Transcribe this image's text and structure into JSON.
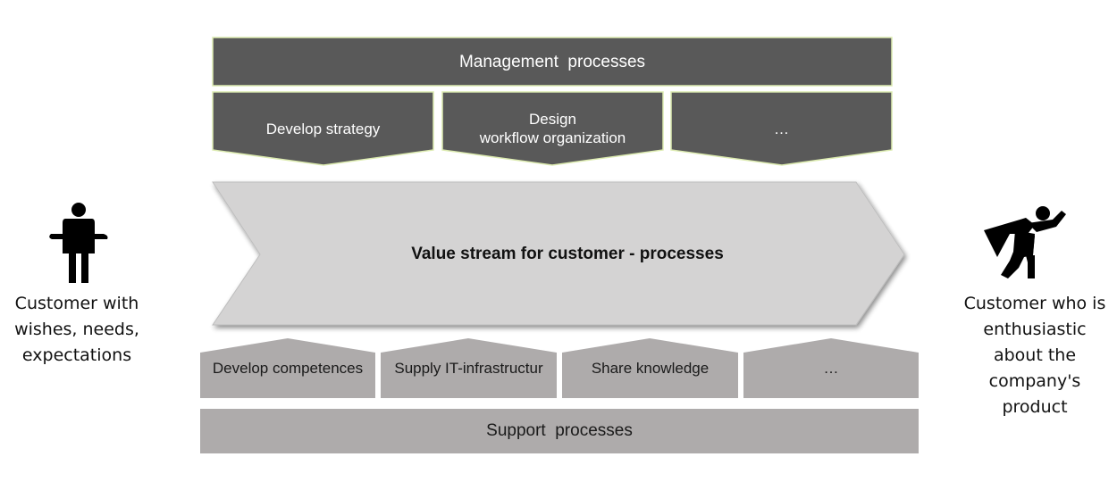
{
  "management": {
    "header": "Management  processes",
    "items": [
      {
        "lines": [
          "Develop strategy"
        ]
      },
      {
        "lines": [
          "Design",
          "workflow organization"
        ]
      },
      {
        "lines": [
          "…"
        ]
      }
    ]
  },
  "value_stream": {
    "label": "Value stream for customer - processes"
  },
  "support": {
    "footer": "Support  processes",
    "items": [
      {
        "label": "Develop competences"
      },
      {
        "label": "Supply IT-infrastructur"
      },
      {
        "label": "Share knowledge"
      },
      {
        "label": "…"
      }
    ]
  },
  "customer_left": {
    "lines": [
      "Customer with",
      "wishes, needs,",
      "expectations"
    ],
    "icon": "standing-person-icon"
  },
  "customer_right": {
    "lines": [
      "Customer who is",
      "enthusiastic",
      "about the",
      "company's",
      "product"
    ],
    "icon": "superhero-icon"
  },
  "colors": {
    "management_fill": "#595959",
    "management_border": "#dcebb0",
    "value_stream_fill": "#d4d3d3",
    "support_fill": "#aeabab"
  }
}
